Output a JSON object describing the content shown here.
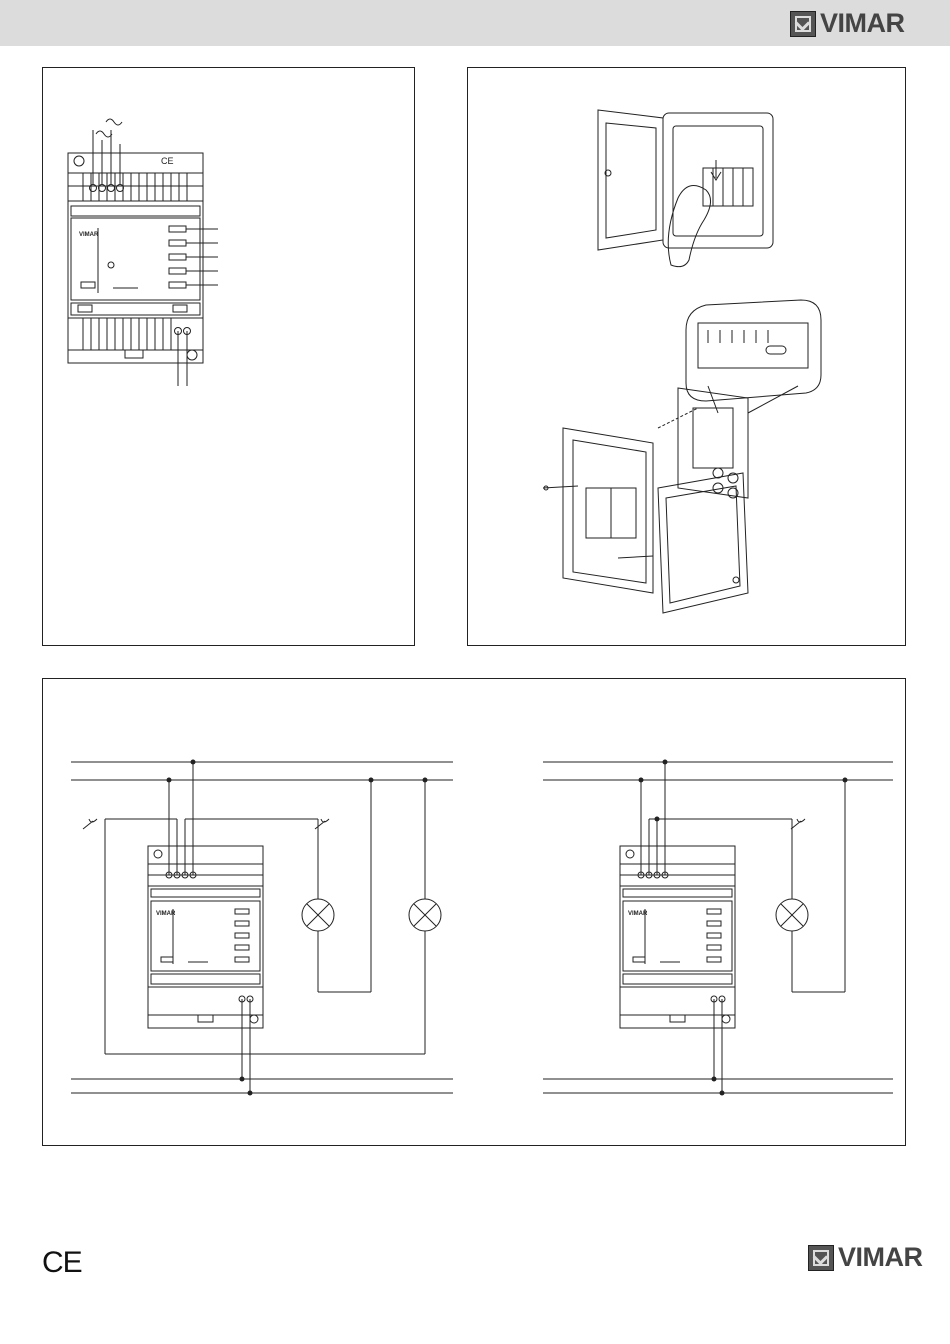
{
  "header": {
    "brand": "VIMAR",
    "logo_icon": "vimar-logo-icon"
  },
  "device": {
    "brand": "VIMAR",
    "ce": "CE"
  },
  "footer": {
    "brand": "VIMAR",
    "ce": "CE",
    "logo_icon": "vimar-logo-icon"
  },
  "colors": {
    "header_bg": "#dcdcdc",
    "line": "#222222"
  }
}
